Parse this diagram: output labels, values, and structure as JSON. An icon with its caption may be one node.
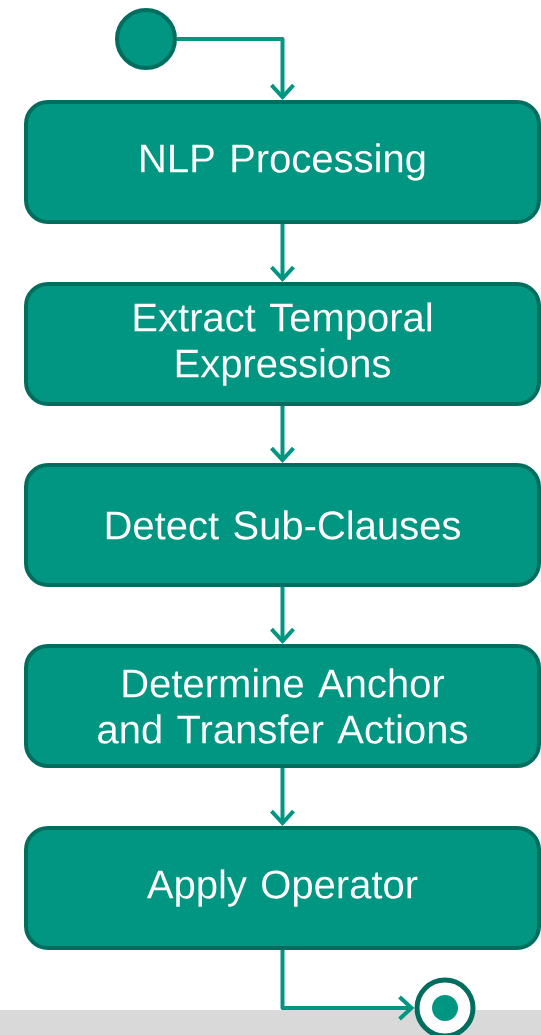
{
  "diagram": {
    "nodes": [
      {
        "text": [],
        "shape": "circle"
      },
      {
        "text": [
          "NLP Processing"
        ]
      },
      {
        "text": [
          "Extract Temporal Expressions"
        ]
      },
      {
        "text": [
          "Detect Sub-Clauses"
        ]
      },
      {
        "text": [
          "Determine Anchor and Transfer Actions"
        ]
      },
      {
        "text": [
          "Apply Operator"
        ]
      },
      {
        "text": [],
        "shape": "bullseye"
      }
    ],
    "edges": [
      {
        "from": 0,
        "to": 1,
        "arrow": "to"
      },
      {
        "from": 1,
        "to": 2,
        "arrow": "to"
      },
      {
        "from": 2,
        "to": 3,
        "arrow": "to"
      },
      {
        "from": 3,
        "to": 4,
        "arrow": "to"
      },
      {
        "from": 4,
        "to": 5,
        "arrow": "to"
      },
      {
        "from": 5,
        "to": 6,
        "arrow": "to"
      }
    ]
  }
}
